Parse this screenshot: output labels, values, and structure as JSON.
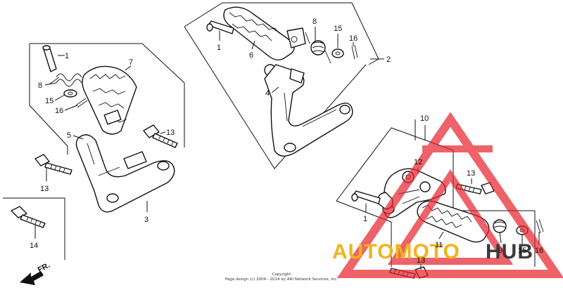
{
  "diagram": {
    "callouts": [
      {
        "id": "c1a",
        "text": "1"
      },
      {
        "id": "c7a",
        "text": "7"
      },
      {
        "id": "c8a",
        "text": "8"
      },
      {
        "id": "c15a",
        "text": "15"
      },
      {
        "id": "c16a",
        "text": "16"
      },
      {
        "id": "c5a",
        "text": "5"
      },
      {
        "id": "c13a",
        "text": "13"
      },
      {
        "id": "c13b",
        "text": "13"
      },
      {
        "id": "c3",
        "text": "3"
      },
      {
        "id": "c14",
        "text": "14"
      },
      {
        "id": "c1b",
        "text": "1"
      },
      {
        "id": "c6",
        "text": "6"
      },
      {
        "id": "c8b",
        "text": "8"
      },
      {
        "id": "c15b",
        "text": "15"
      },
      {
        "id": "c16b",
        "text": "16"
      },
      {
        "id": "c2",
        "text": "2"
      },
      {
        "id": "c4",
        "text": "4"
      },
      {
        "id": "c10",
        "text": "10"
      },
      {
        "id": "c12",
        "text": "12"
      },
      {
        "id": "c13c",
        "text": "13"
      },
      {
        "id": "c1c",
        "text": "1"
      },
      {
        "id": "c11",
        "text": "11"
      },
      {
        "id": "c9",
        "text": "9"
      },
      {
        "id": "c15c",
        "text": "15"
      },
      {
        "id": "c16c",
        "text": "16"
      },
      {
        "id": "c13d",
        "text": "13"
      }
    ],
    "direction_label": "FR.",
    "copyright_line1": "Copyright",
    "copyright_line2": "Page design (c) 2004 - 2014 by ARI Network Services, Inc."
  },
  "watermark": {
    "text_left": "AUTOMOTO",
    "text_right": "HUB",
    "colors": {
      "triangle": "#e8202a",
      "text_gold": "#f2b21b",
      "text_dark": "#3a3a3a"
    }
  }
}
